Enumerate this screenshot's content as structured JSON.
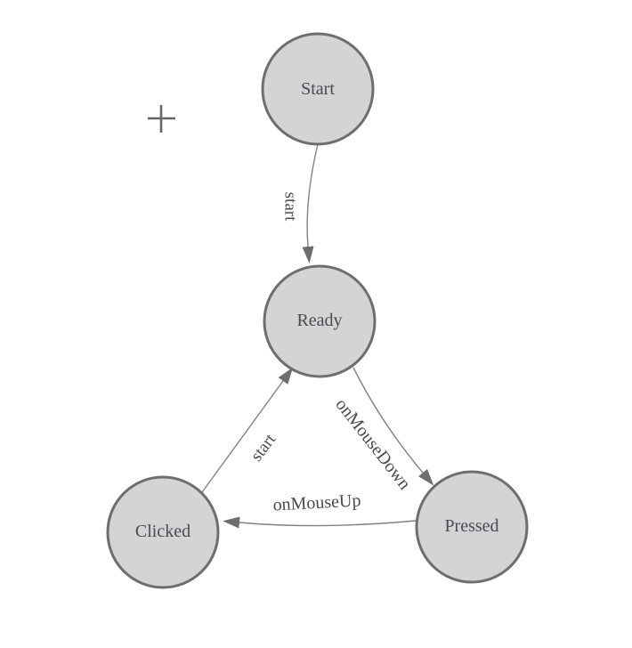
{
  "diagram": {
    "type": "state-machine",
    "nodes": [
      {
        "id": "start",
        "label": "Start"
      },
      {
        "id": "ready",
        "label": "Ready"
      },
      {
        "id": "clicked",
        "label": "Clicked"
      },
      {
        "id": "pressed",
        "label": "Pressed"
      }
    ],
    "edges": [
      {
        "from": "Start",
        "to": "Ready",
        "label": "start"
      },
      {
        "from": "Ready",
        "to": "Pressed",
        "label": "onMouseDown"
      },
      {
        "from": "Pressed",
        "to": "Clicked",
        "label": "onMouseUp"
      },
      {
        "from": "Clicked",
        "to": "Ready",
        "label": "start"
      }
    ],
    "icons": {
      "crosshair": "crosshair-plus-marker"
    },
    "colors": {
      "background": "#ffffff",
      "node_fill": "#d4d4d4",
      "node_stroke": "#6e6e6e",
      "edge_stroke": "#828282",
      "arrow_fill": "#6e6e6e",
      "label_text": "#4a4a4f",
      "crosshair": "#666666"
    }
  }
}
